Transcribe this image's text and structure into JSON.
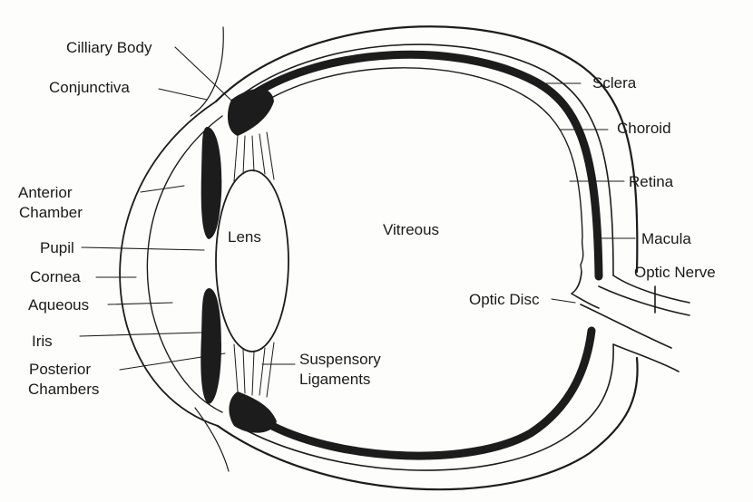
{
  "labels": {
    "cilliary_body": "Cilliary Body",
    "conjunctiva": "Conjunctiva",
    "anterior_chamber_line1": "Anterior",
    "anterior_chamber_line2": "Chamber",
    "pupil": "Pupil",
    "cornea": "Cornea",
    "aqueous": "Aqueous",
    "iris": "Iris",
    "posterior_chambers_line1": "Posterior",
    "posterior_chambers_line2": "Chambers",
    "lens": "Lens",
    "vitreous": "Vitreous",
    "suspensory_ligaments_line1": "Suspensory",
    "suspensory_ligaments_line2": "Ligaments",
    "sclera": "Sclera",
    "choroid": "Choroid",
    "retina": "Retina",
    "macula": "Macula",
    "optic_nerve": "Optic Nerve",
    "optic_disc": "Optic Disc"
  },
  "colors": {
    "ink": "#1c1c1c",
    "paper": "#fdfdfc"
  }
}
